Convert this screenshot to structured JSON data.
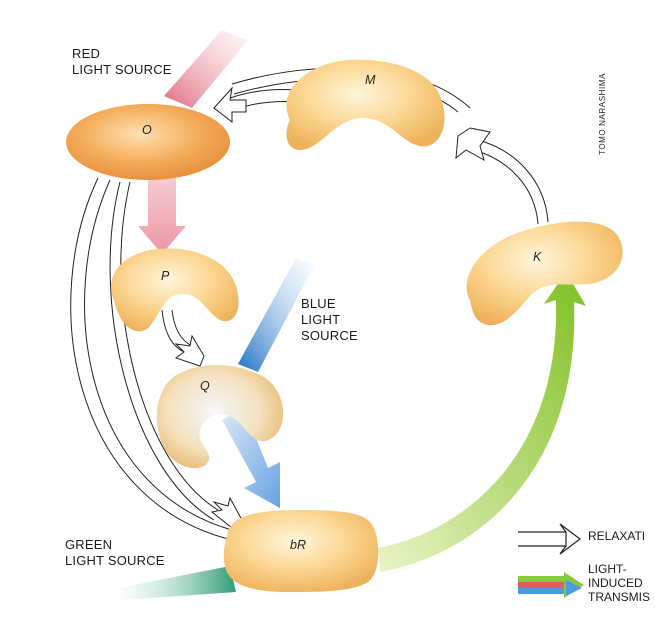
{
  "labels": {
    "red_source": [
      "RED",
      "LIGHT SOURCE"
    ],
    "blue_source": [
      "BLUE",
      "LIGHT",
      "SOURCE"
    ],
    "green_source": [
      "GREEN",
      "LIGHT SOURCE"
    ]
  },
  "states": {
    "O": "O",
    "M": "M",
    "K": "K",
    "P": "P",
    "Q": "Q",
    "bR": "bR"
  },
  "credit": "TOMO NARASHIMA",
  "legend": {
    "relaxation": "RELAXATI",
    "light_induced": [
      "LIGHT-",
      "INDUCED",
      "TRANSMIS"
    ]
  },
  "colors": {
    "red_light": "#e07a8a",
    "blue_light": "#2b7fd0",
    "green_light": "#3aa57a",
    "light_induced_green": "#8dc63f",
    "blob_fill": "#f6c877",
    "o_fill": "#f2a24b"
  }
}
